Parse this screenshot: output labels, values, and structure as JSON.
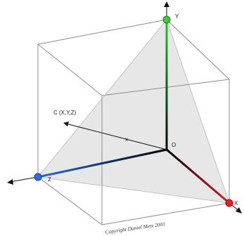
{
  "labels": {
    "y": "Y",
    "x": "X",
    "z": "Z",
    "origin": "O",
    "point": "C (X,Y,Z)",
    "vector_mark": "x"
  },
  "copyright": "Copyright Daniel Metz 2001",
  "colors": {
    "x_axis": "#d9212c",
    "y_axis": "#22cc33",
    "z_axis": "#2a6fd8",
    "x_point": "#e8202a",
    "y_point": "#3fcc3a",
    "z_point": "#2c6fe0",
    "triangle_fill": "#d4d4d4",
    "cube_edge": "#8c8c8c"
  }
}
